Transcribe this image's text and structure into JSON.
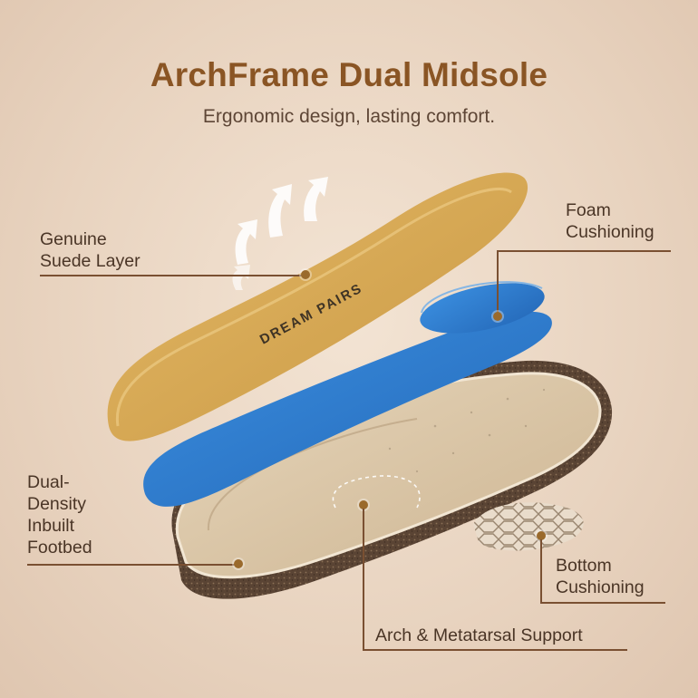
{
  "header": {
    "title": "ArchFrame Dual Midsole",
    "subtitle": "Ergonomic design, lasting comfort."
  },
  "callouts": {
    "suede_line1": "Genuine",
    "suede_line2": "Suede Layer",
    "foam_line1": "Foam",
    "foam_line2": "Cushioning",
    "footbed_line1": "Dual-",
    "footbed_line2": "Density",
    "footbed_line3": "Inbuilt",
    "footbed_line4": "Footbed",
    "bottom_line1": "Bottom",
    "bottom_line2": "Cushioning",
    "arch": "Arch & Metatarsal Support"
  },
  "product": {
    "brand_mark": "DREAM PAIRS",
    "colors": {
      "suede": "#d9aa55",
      "foam": "#2f7fd0",
      "cork": "#5c4838",
      "footbed": "#d8c3a3",
      "accent": "#8a5524"
    }
  },
  "icons": [
    "airflow-arrow-icon",
    "callout-dot-icon"
  ]
}
